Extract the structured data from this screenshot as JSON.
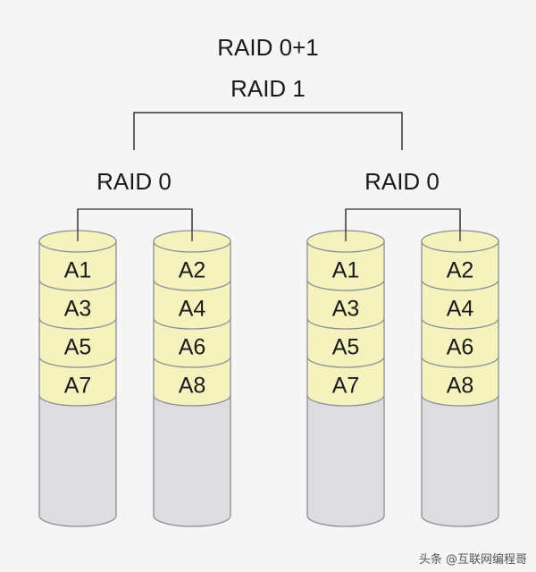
{
  "title_lines": [
    "RAID 0+1",
    "RAID 1"
  ],
  "groups": [
    {
      "label": "RAID 0",
      "disks": [
        {
          "blocks": [
            "A1",
            "A3",
            "A5",
            "A7"
          ]
        },
        {
          "blocks": [
            "A2",
            "A4",
            "A6",
            "A8"
          ]
        }
      ]
    },
    {
      "label": "RAID 0",
      "disks": [
        {
          "blocks": [
            "A1",
            "A3",
            "A5",
            "A7"
          ]
        },
        {
          "blocks": [
            "A2",
            "A4",
            "A6",
            "A8"
          ]
        }
      ]
    }
  ],
  "watermark": "头条 @互联网编程哥",
  "colors": {
    "block_fill": "#f6f2bd",
    "empty_fill": "#dddddf",
    "outline": "#8a8f94",
    "connector": "#333333",
    "background": "#f5f5f5"
  }
}
